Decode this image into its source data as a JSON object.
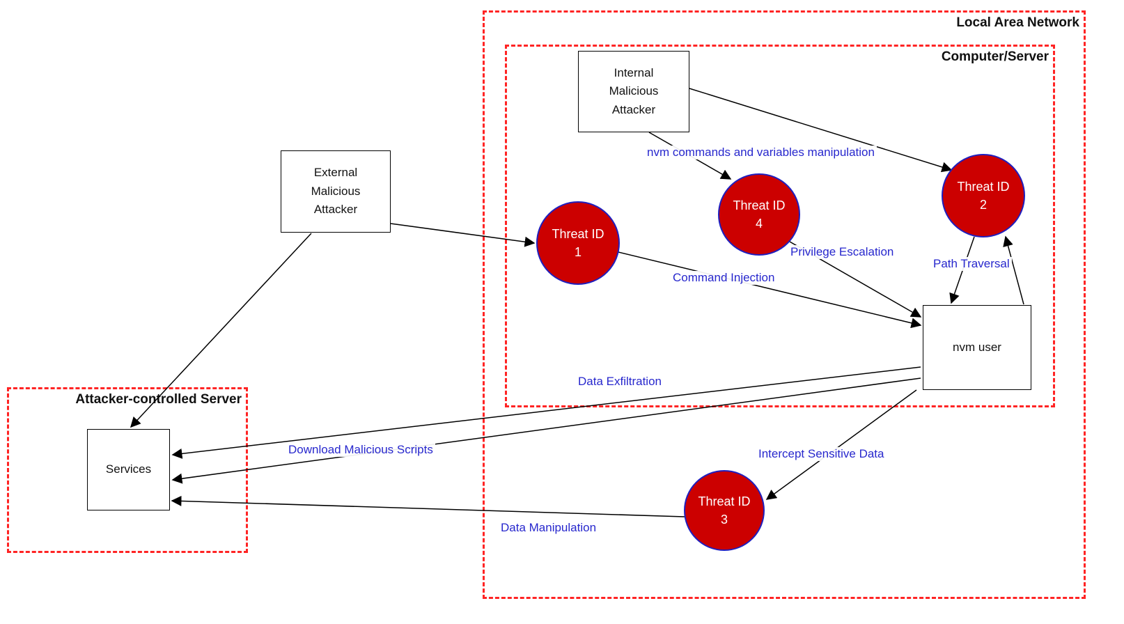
{
  "diagram": {
    "groups": {
      "lan": {
        "label": "Local Area Network"
      },
      "computer_server": {
        "label": "Computer/Server"
      },
      "attacker_server": {
        "label": "Attacker-controlled Server"
      }
    },
    "nodes": {
      "internal_attacker": {
        "lines": [
          "Internal",
          "Malicious",
          "Attacker"
        ]
      },
      "external_attacker": {
        "lines": [
          "External",
          "Malicious",
          "Attacker"
        ]
      },
      "nvm_user": {
        "label": "nvm user"
      },
      "services": {
        "label": "Services"
      }
    },
    "threats": {
      "t1": {
        "title": "Threat ID",
        "number": "1"
      },
      "t2": {
        "title": "Threat ID",
        "number": "2"
      },
      "t3": {
        "title": "Threat ID",
        "number": "3"
      },
      "t4": {
        "title": "Threat ID",
        "number": "4"
      }
    },
    "edge_labels": {
      "nvm_commands": "nvm commands and variables manipulation",
      "privilege_escalation": "Privilege Escalation",
      "path_traversal": "Path Traversal",
      "command_injection": "Command Injection",
      "data_exfiltration": "Data Exfiltration",
      "download_scripts": "Download Malicious Scripts",
      "intercept_data": "Intercept Sensitive Data",
      "data_manipulation": "Data Manipulation"
    },
    "colors": {
      "threat_fill": "#cc0000",
      "threat_border": "#1f1fbf",
      "boundary_border": "#ff2424",
      "edge_label_text": "#2727cd",
      "edge_line": "#000000",
      "node_fill": "#ffffff",
      "node_border": "#000000"
    }
  }
}
